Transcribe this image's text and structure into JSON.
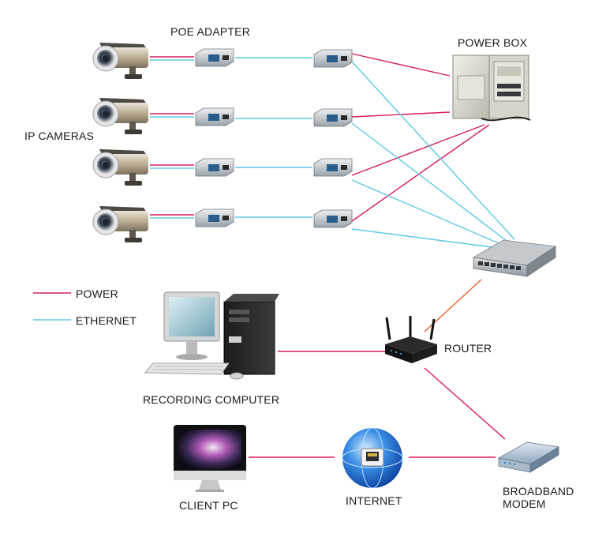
{
  "labels": {
    "poe_adapter": "POE ADAPTER",
    "power_box": "POWER BOX",
    "ip_cameras": "IP CAMERAS",
    "router": "ROUTER",
    "recording_computer": "RECORDING COMPUTER",
    "client_pc": "CLIENT PC",
    "internet": "INTERNET",
    "broadband_modem_line1": "BROADBAND",
    "broadband_modem_line2": "MODEM"
  },
  "legend": {
    "power": "POWER",
    "ethernet": "ETHERNET"
  },
  "colors": {
    "power": "#d81b60",
    "ethernet": "#5ec8e8",
    "uplink": "#e8602c"
  },
  "icons": {
    "camera": "ip-camera-icon",
    "poe_adapter": "poe-adapter-icon",
    "power_box": "power-box-icon",
    "switch": "network-switch-icon",
    "router": "wireless-router-icon",
    "recording_computer": "desktop-computer-icon",
    "client_pc": "imac-icon",
    "internet": "globe-icon",
    "modem": "broadband-modem-icon"
  }
}
